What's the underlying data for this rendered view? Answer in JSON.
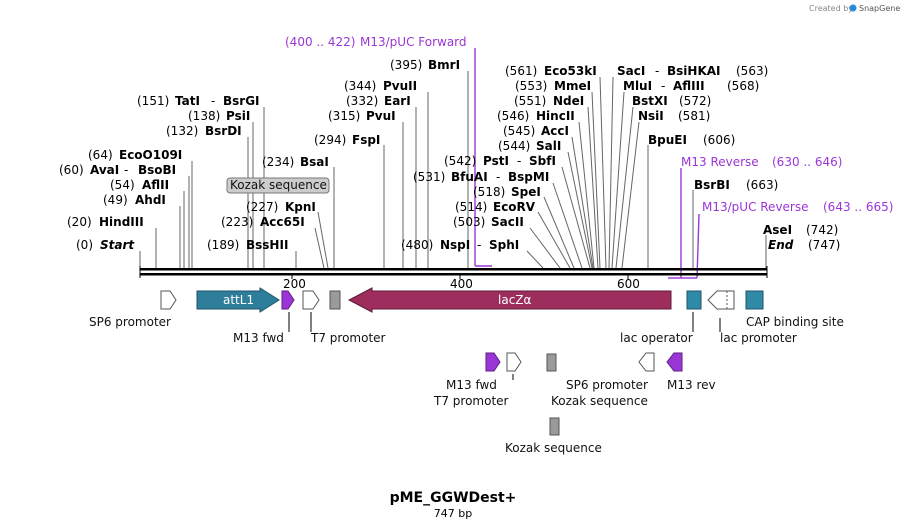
{
  "credit": "Created by",
  "brand": "SnapGene",
  "title": "pME_GGWDest+",
  "subtitle": "747 bp",
  "ruler": {
    "ticks": [
      "200",
      "400",
      "600"
    ]
  },
  "sites": [
    {
      "pos": "(0)",
      "name": "Start"
    },
    {
      "pos": "(20)",
      "name": "HindIII"
    },
    {
      "pos": "(49)",
      "name": "AhdI"
    },
    {
      "pos": "(54)",
      "name": "AflII"
    },
    {
      "pos": "(60)",
      "name": "AvaI",
      "alt": "BsoBI"
    },
    {
      "pos": "(64)",
      "name": "EcoO109I"
    },
    {
      "pos": "(132)",
      "name": "BsrDI"
    },
    {
      "pos": "(138)",
      "name": "PsiI"
    },
    {
      "pos": "(151)",
      "name": "TatI",
      "alt": "BsrGI"
    },
    {
      "pos": "(189)",
      "name": "BssHII"
    },
    {
      "pos": "(223)",
      "name": "Acc65I"
    },
    {
      "pos": "(227)",
      "name": "KpnI"
    },
    {
      "pos": "(234)",
      "name": "BsaI"
    },
    {
      "pos": "(294)",
      "name": "FspI"
    },
    {
      "pos": "(315)",
      "name": "PvuI"
    },
    {
      "pos": "(332)",
      "name": "EarI"
    },
    {
      "pos": "(344)",
      "name": "PvuII"
    },
    {
      "pos": "(395)",
      "name": "BmrI"
    },
    {
      "pos": "(480)",
      "name": "NspI",
      "alt": "SphI"
    },
    {
      "pos": "(503)",
      "name": "SacII"
    },
    {
      "pos": "(514)",
      "name": "EcoRV"
    },
    {
      "pos": "(518)",
      "name": "SpeI"
    },
    {
      "pos": "(531)",
      "name": "BfuAI",
      "alt": "BspMI"
    },
    {
      "pos": "(542)",
      "name": "PstI",
      "alt": "SbfI"
    },
    {
      "pos": "(544)",
      "name": "SalI"
    },
    {
      "pos": "(545)",
      "name": "AccI"
    },
    {
      "pos": "(546)",
      "name": "HincII"
    },
    {
      "pos": "(551)",
      "name": "NdeI"
    },
    {
      "pos": "(553)",
      "name": "MmeI"
    },
    {
      "pos": "(561)",
      "name": "Eco53kI",
      "alt": "SacI",
      "alt2": "BsiHKAI",
      "pos2": "(563)"
    },
    {
      "pos": "(568)",
      "name": "MluI",
      "alt": "AflIII"
    },
    {
      "pos": "(572)",
      "name": "BstXI"
    },
    {
      "pos": "(581)",
      "name": "NsiI"
    },
    {
      "pos": "(606)",
      "name": "BpuEI"
    },
    {
      "pos": "(663)",
      "name": "BsrBI"
    },
    {
      "pos": "(742)",
      "name": "AseI"
    },
    {
      "pos": "(747)",
      "name": "End"
    }
  ],
  "primers": [
    {
      "name": "M13/pUC Forward",
      "range": "(400 .. 422)"
    },
    {
      "name": "M13 Reverse",
      "range": "(630 .. 646)"
    },
    {
      "name": "M13/pUC Reverse",
      "range": "(643 .. 665)"
    }
  ],
  "features": {
    "attL1": "attL1",
    "lacZa": "lacZα",
    "kozak_callout": "Kozak sequence",
    "sp6_promoter": "SP6 promoter",
    "m13_fwd": "M13 fwd",
    "t7_promoter": "T7 promoter",
    "lac_operator": "lac operator",
    "lac_promoter": "lac promoter",
    "cap_site": "CAP binding site",
    "m13_fwd_2": "M13 fwd",
    "t7_promoter_2": "T7 promoter",
    "sp6_promoter_2": "SP6 promoter",
    "kozak_2": "Kozak sequence",
    "m13_rev": "M13 rev",
    "kozak_3": "Kozak sequence"
  },
  "colors": {
    "attL1": "#2e7d9a",
    "lacZa": "#9c2d5d",
    "primer": "#9b36d6",
    "lac_operator": "#2e8aa6",
    "kozak": "#9a9a9a"
  }
}
